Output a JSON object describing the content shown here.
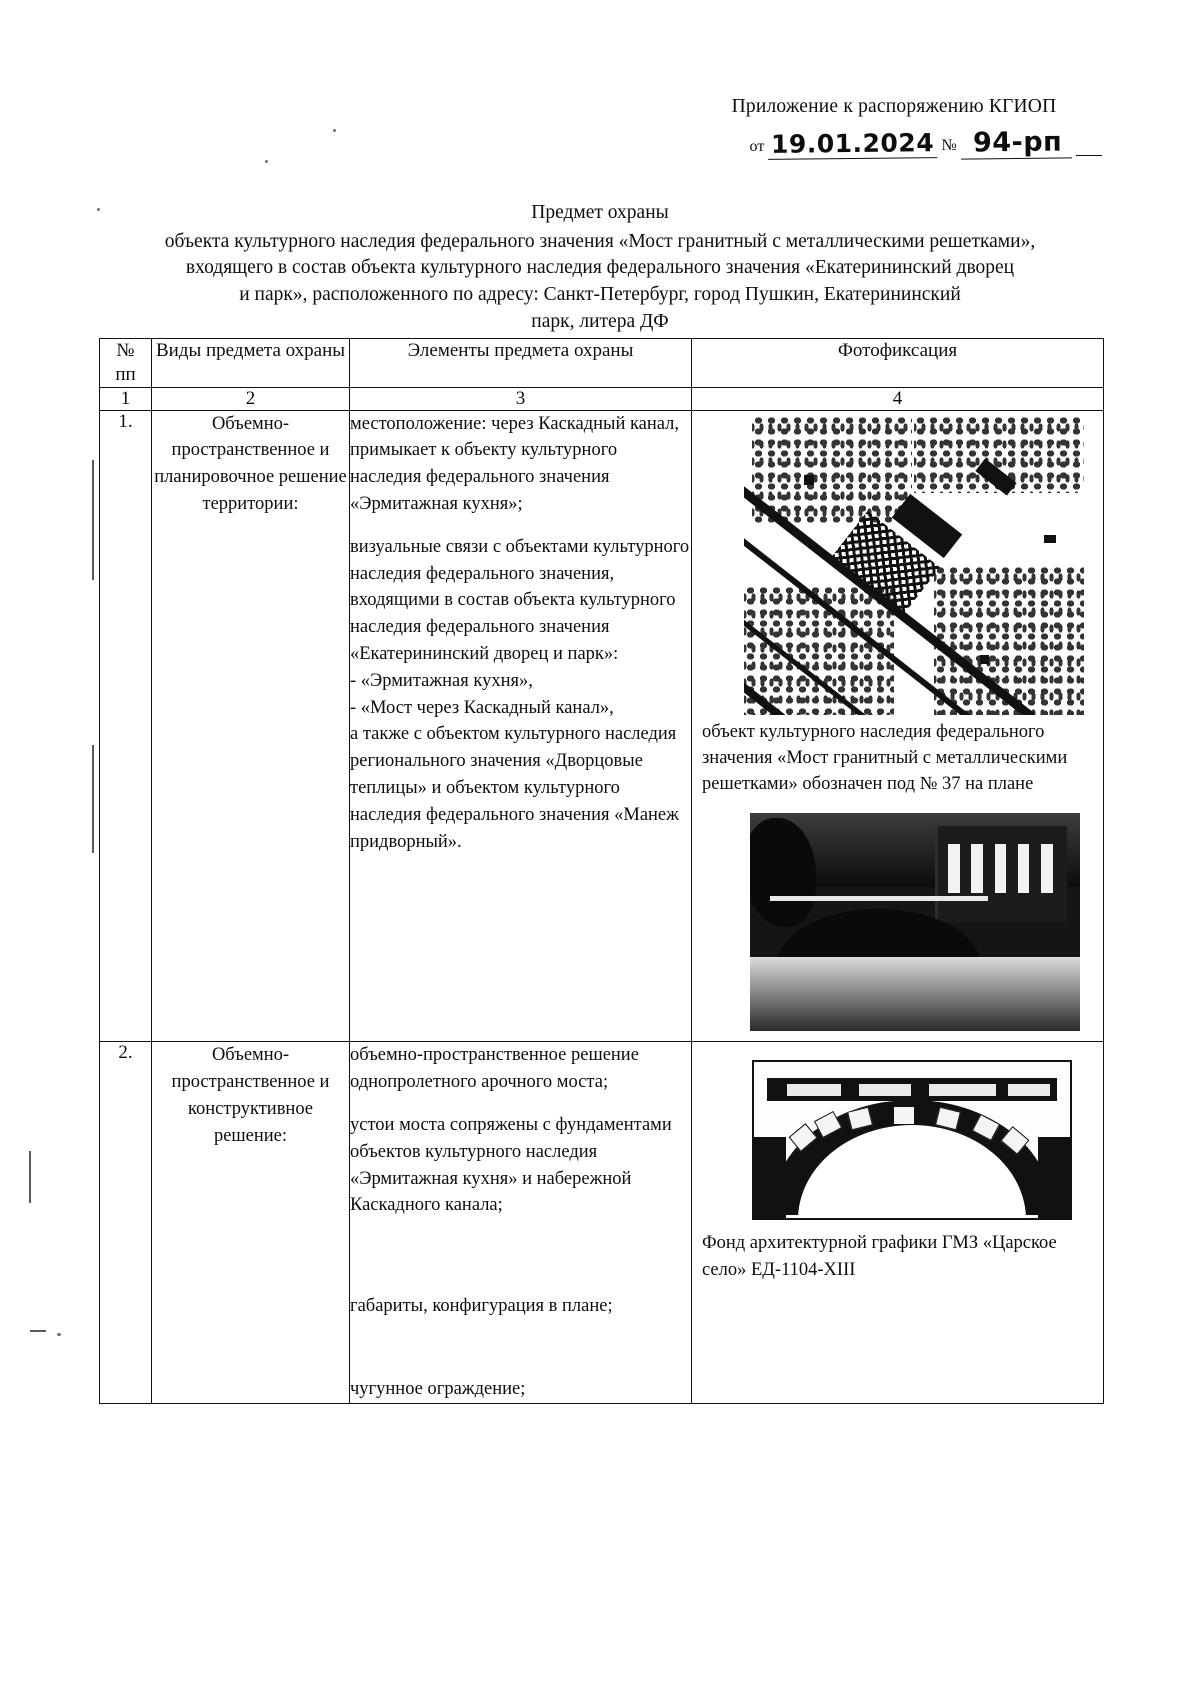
{
  "header": {
    "appendix_line": "Приложение к распоряжению КГИОП",
    "from_label": "от",
    "date_value": "19.01.2024",
    "number_label": "№",
    "number_value": "94-рп"
  },
  "title": {
    "subject": "Предмет охраны",
    "lines": [
      "объекта культурного наследия федерального значения «Мост гранитный с металлическими решетками»,",
      "входящего в состав объекта культурного наследия федерального значения «Екатерининский дворец",
      "и парк», расположенного по адресу: Санкт-Петербург, город Пушкин, Екатерининский",
      "парк, литера ДФ"
    ]
  },
  "table": {
    "headers": [
      "№\nпп",
      "Виды предмета охраны",
      "Элементы предмета охраны",
      "Фотофиксация"
    ],
    "header_col1_line1": "№",
    "header_col1_line2": "пп",
    "header_col2": "Виды предмета охраны",
    "header_col3": "Элементы предмета охраны",
    "header_col4": "Фотофиксация",
    "column_numbers": [
      "1",
      "2",
      "3",
      "4"
    ],
    "rows": [
      {
        "index": "1.",
        "kind": "Объемно-пространственное и планировочное решение территории:",
        "elements": [
          "местоположение: через Каскадный канал, примыкает к объекту культурного наследия федерального значения «Эрмитажная кухня»;",
          "визуальные связи с объектами культурного наследия федерального значения, входящими в состав объекта культурного наследия федерального значения «Екатерининский дворец и парк»:",
          "- «Эрмитажная кухня»,",
          "- «Мост через Каскадный канал»,",
          "а также с объектом культурного наследия регионального значения «Дворцовые теплицы» и объектом культурного наследия федерального значения «Манеж придворный»."
        ],
        "photo_caption": "объект культурного наследия федерального значения «Мост гранитный с металлическими решетками» обозначен под № 37 на плане",
        "photo_items": [
          "plan-fragment-image",
          "bridge-photograph"
        ]
      },
      {
        "index": "2.",
        "kind": "Объемно-пространственное и конструктивное решение:",
        "elements": [
          "объемно-пространственное решение однопролетного арочного моста;",
          "устои моста сопряжены с фундаментами объектов культурного наследия «Эрмитажная кухня» и набережной Каскадного канала;",
          "габариты, конфигурация в плане;",
          "чугунное ограждение;"
        ],
        "photo_caption": "Фонд архитектурной графики ГМЗ «Царское село» ЕД-1104-XIII",
        "photo_items": [
          "archival-drawing-image"
        ]
      }
    ]
  },
  "colors": {
    "ink": "#0d0d0d",
    "rule": "#111111",
    "paper": "#ffffff"
  }
}
